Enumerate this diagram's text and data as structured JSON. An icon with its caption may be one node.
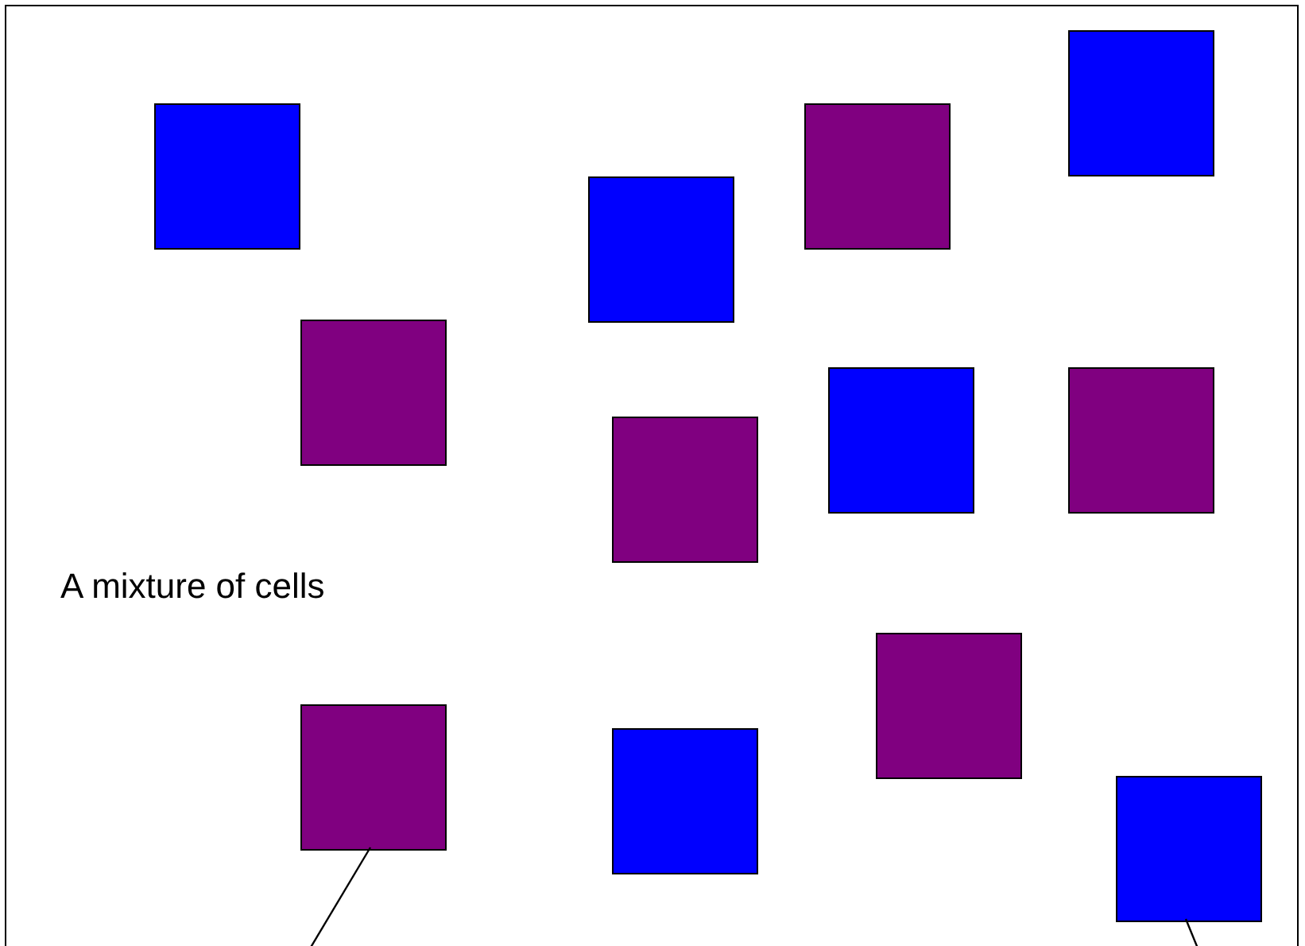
{
  "diagram": {
    "nodes": [
      {
        "text": [
          "A mixture of cells"
        ]
      },
      {
        "text": [],
        "shape": "box",
        "in": 0
      },
      {
        "text": [],
        "shape": "box",
        "in": 0
      },
      {
        "text": [],
        "shape": "box",
        "in": 0
      },
      {
        "text": [],
        "shape": "box",
        "in": 0
      },
      {
        "text": [],
        "shape": "box",
        "in": 0
      },
      {
        "text": [],
        "shape": "box",
        "in": 0
      },
      {
        "text": [],
        "shape": "box",
        "in": 0
      },
      {
        "text": [],
        "shape": "box",
        "in": 0
      },
      {
        "text": [],
        "shape": "box",
        "in": 0
      },
      {
        "text": [],
        "shape": "box",
        "in": 0
      },
      {
        "text": [],
        "shape": "box",
        "in": 0
      },
      {
        "text": [],
        "shape": "box",
        "in": 0
      }
    ],
    "edges": [
      {
        "from": 10,
        "to": null,
        "arrow": "none"
      },
      {
        "from": 12,
        "to": null,
        "arrow": "none"
      }
    ]
  }
}
